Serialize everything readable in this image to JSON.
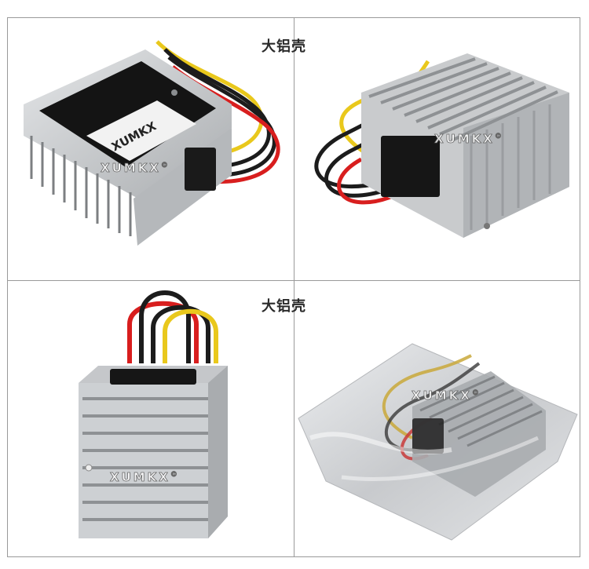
{
  "captions": {
    "top": "大铝壳",
    "middle": "大铝壳"
  },
  "watermark": {
    "brand": "XUMKX",
    "mark": "©"
  },
  "label_text": "XUMKX",
  "colors": {
    "aluminum": "#c9cbcd",
    "fin_shadow": "#8e9194",
    "wire_yellow": "#e9c81c",
    "wire_red": "#d81e1e",
    "wire_black": "#1c1c1c",
    "bag": "#d7d9dc"
  }
}
